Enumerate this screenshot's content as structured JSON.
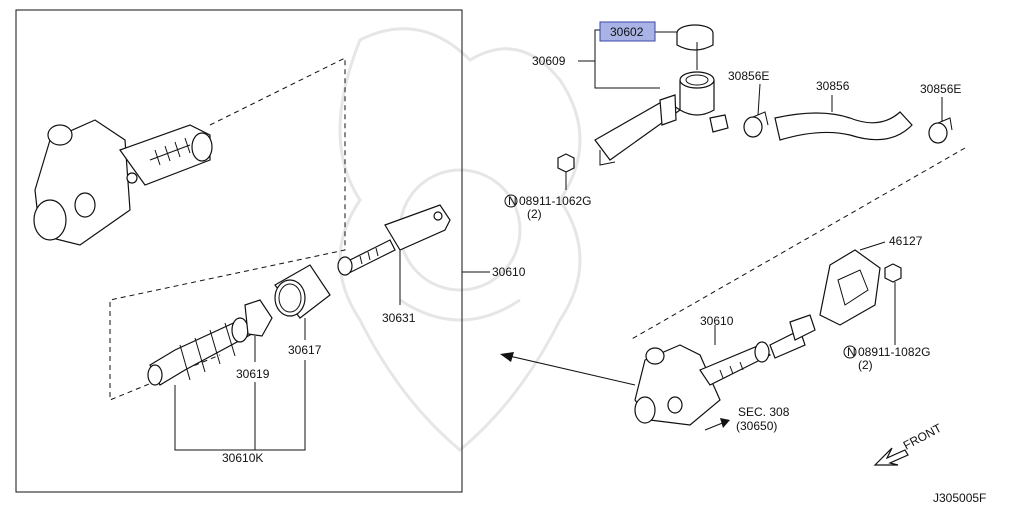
{
  "labels": {
    "p30602": "30602",
    "p30609": "30609",
    "p30856e_left": "30856E",
    "p30856": "30856",
    "p30856e_right": "30856E",
    "bolt_upper": "08911-1062G",
    "bolt_upper_qty": "(2)",
    "p46127": "46127",
    "p30610_right": "30610",
    "p30610_box": "30610",
    "p30631": "30631",
    "p30617": "30617",
    "p30619": "30619",
    "p30610k": "30610K",
    "bolt_lower": "08911-1082G",
    "bolt_lower_qty": "(2)",
    "sec_ref": "SEC. 308",
    "sec_ref_sub": "(30650)",
    "front": "FRONT",
    "diagram_id": "J305005F",
    "n_mark": "N"
  },
  "colors": {
    "highlight": "#aab3e6",
    "line": "#111111"
  }
}
